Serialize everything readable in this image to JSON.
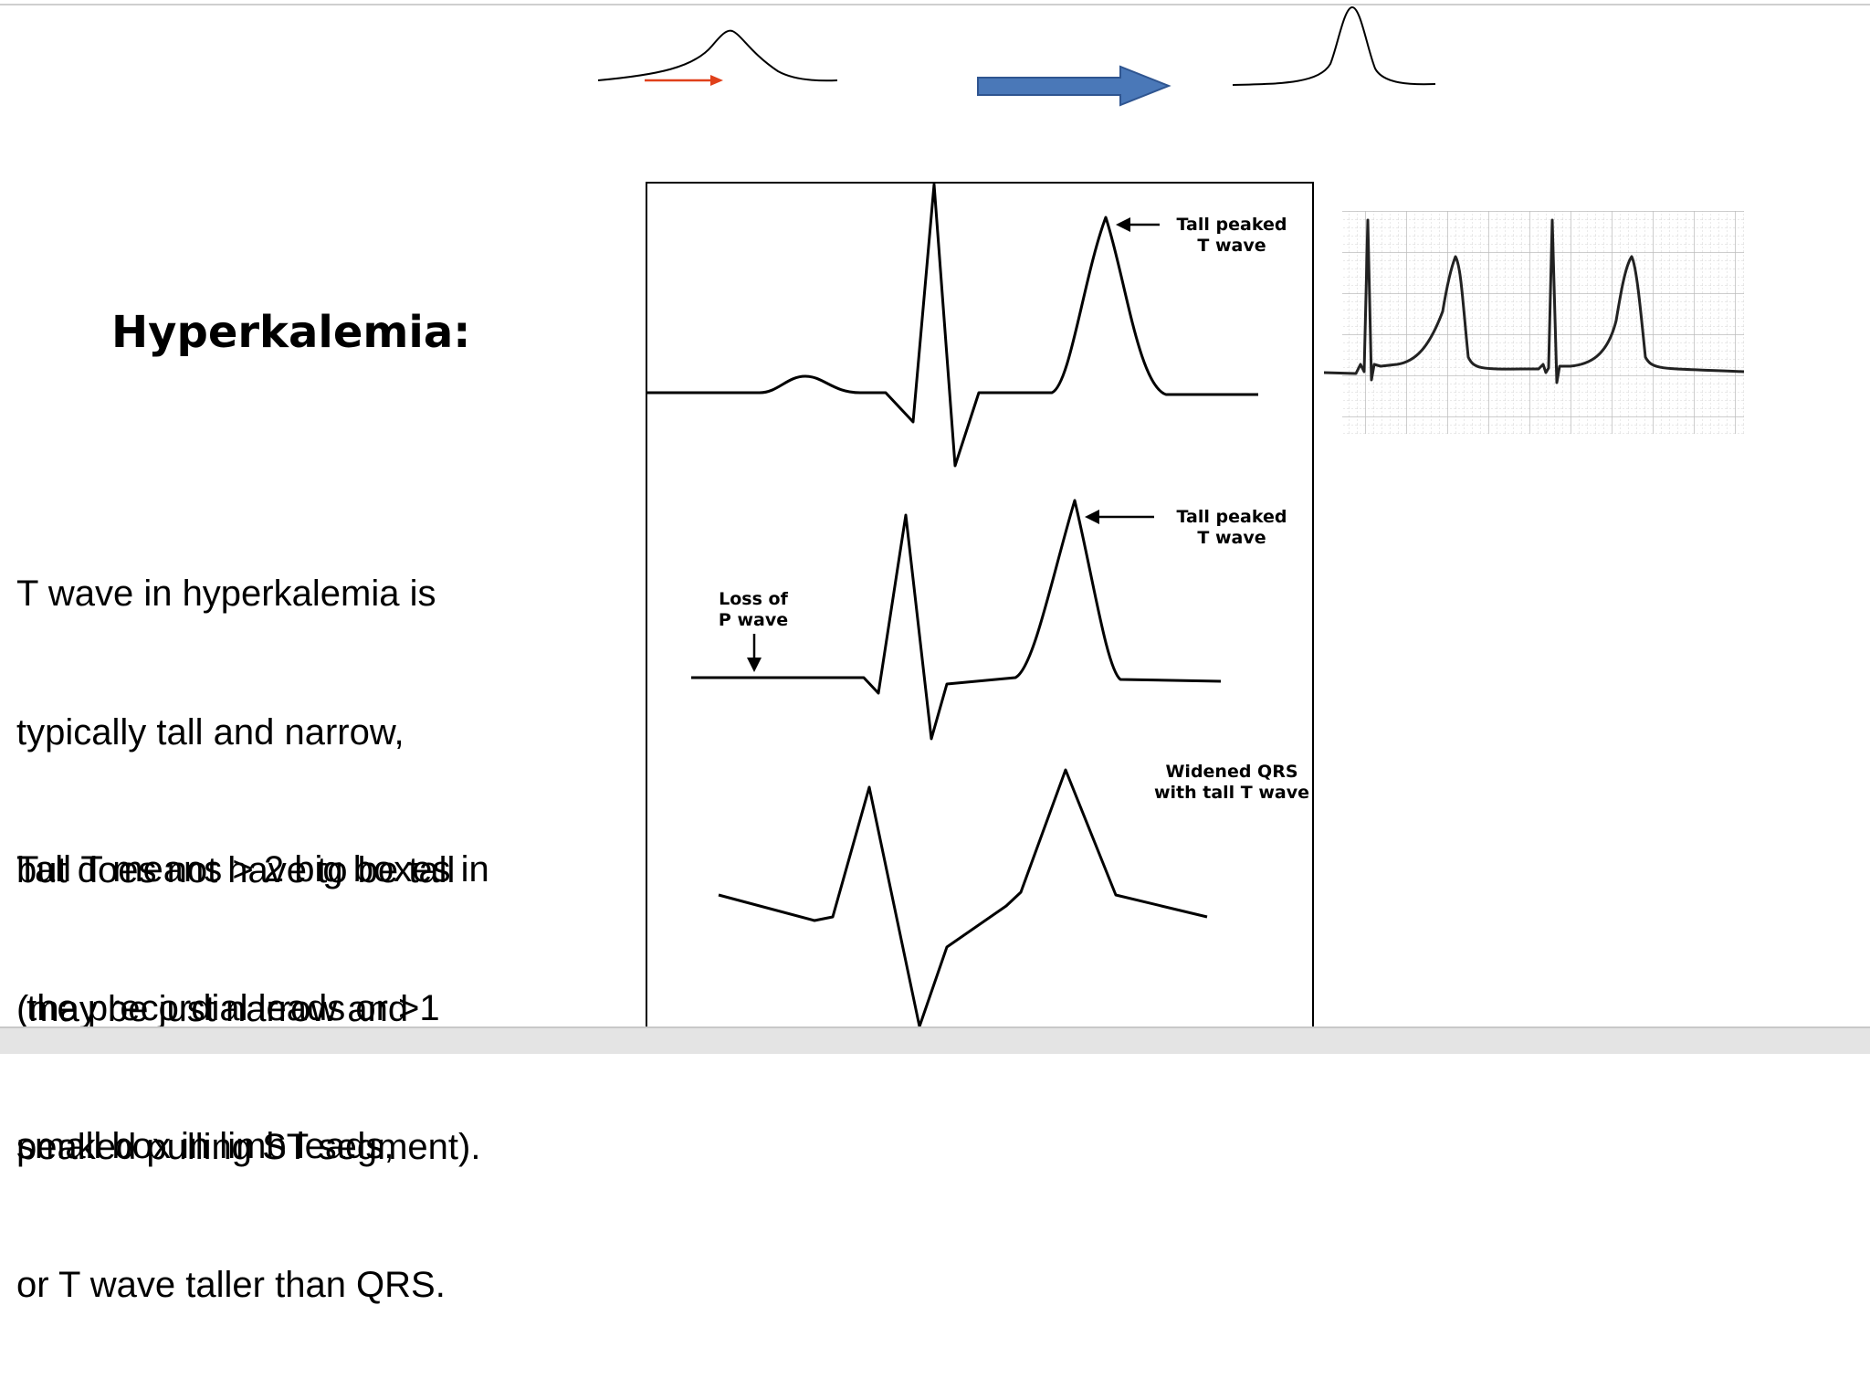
{
  "slide": {
    "title": "Hyperkalemia:",
    "paragraph_1": [
      "T wave in hyperkalemia is",
      "typically tall and narrow,",
      "but does not have to be tall",
      "(may be just narrow and",
      "peaked pulling ST segment)."
    ],
    "paragraph_2": [
      "Tall T means > 2 big boxes in",
      " the precordial leads or >1",
      "small box in limb leads,",
      "or T wave taller than QRS."
    ]
  },
  "diagram": {
    "labels": {
      "tall_peaked_1": [
        "Tall peaked",
        "T wave"
      ],
      "tall_peaked_2": [
        "Tall peaked",
        "T wave"
      ],
      "loss_of_p": [
        "Loss of",
        "P wave"
      ],
      "widened_qrs": [
        "Widened QRS",
        "with tall T wave"
      ]
    },
    "colors": {
      "arrow_fill": "#4a78b8",
      "arrow_stroke": "#2f5590",
      "red_arrow": "#e0401a",
      "trace": "#000000",
      "grid": "#c8c8c8"
    },
    "icons": [
      "right-arrow-icon",
      "red-arrow-icon",
      "down-arrow-icon",
      "left-arrow-icon"
    ]
  }
}
